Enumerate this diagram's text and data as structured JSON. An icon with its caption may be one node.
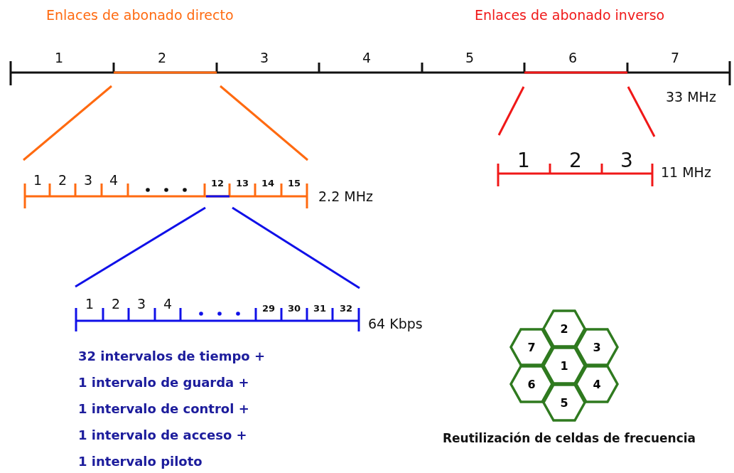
{
  "diagram": {
    "caption": "Reutilización de celdas de frecuencia",
    "nodes": [
      {
        "text": [
          "2"
        ]
      },
      {
        "text": [
          "7"
        ]
      },
      {
        "text": [
          "3"
        ]
      },
      {
        "text": [
          "1"
        ]
      },
      {
        "text": [
          "6"
        ]
      },
      {
        "text": [
          "4"
        ]
      },
      {
        "text": [
          "5"
        ]
      }
    ],
    "edges": [],
    "labels": [
      "Enlaces de abonado directo",
      "Enlaces de abonado inverso",
      "1",
      "2",
      "3",
      "4",
      "5",
      "6",
      "7",
      "33 MHz",
      "1",
      "2",
      "3",
      "11 MHz",
      "1",
      "2",
      "3",
      "4",
      "12",
      "13",
      "14",
      "15",
      "2.2 MHz",
      "1",
      "2",
      "3",
      "4",
      "29",
      "30",
      "31",
      "32",
      "64 Kbps",
      "32 intervalos de tiempo +",
      "1 intervalo de guarda +",
      "1 intervalo de control +",
      "1 intervalo de acceso +",
      "1 intervalo piloto"
    ]
  }
}
